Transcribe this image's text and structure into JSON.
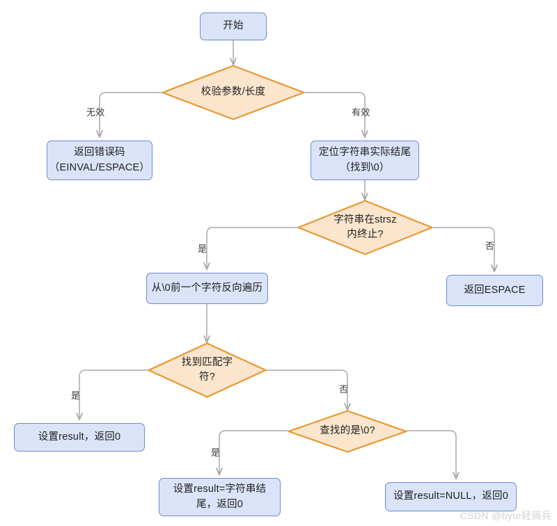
{
  "diagram": {
    "title_watermark": "CSDN @byte轻骑兵",
    "colors": {
      "process_fill": "#dbe3f8",
      "process_stroke": "#6d8ad6",
      "decision_fill": "#fbe5cd",
      "decision_stroke": "#e8982f",
      "edge_stroke": "#a9a9a9",
      "text": "#1f1f1f",
      "watermark": "#d2d2d2"
    },
    "nodes": [
      {
        "id": "start",
        "type": "process",
        "label": "开始"
      },
      {
        "id": "validate",
        "type": "decision",
        "label": "校验参数/长度"
      },
      {
        "id": "err_code",
        "type": "process",
        "label": "返回错误码\n（EINVAL/ESPACE）"
      },
      {
        "id": "locate_end",
        "type": "process",
        "label": "定位字符串实际结尾\n（找到\\0）"
      },
      {
        "id": "within_strsz",
        "type": "decision",
        "label": "字符串在strsz\n内终止?"
      },
      {
        "id": "reverse_scan",
        "type": "process",
        "label": "从\\0前一个字符反向遍历"
      },
      {
        "id": "ret_espace",
        "type": "process",
        "label": "返回ESPACE"
      },
      {
        "id": "found_match",
        "type": "decision",
        "label": "找到匹配字\n符?"
      },
      {
        "id": "set_result",
        "type": "process",
        "label": "设置result，返回0"
      },
      {
        "id": "is_nul",
        "type": "decision",
        "label": "查找的是\\0?"
      },
      {
        "id": "set_str_end",
        "type": "process",
        "label": "设置result=字符串结\n尾，返回0"
      },
      {
        "id": "set_null",
        "type": "process",
        "label": "设置result=NULL，返回0"
      }
    ],
    "edge_labels": [
      {
        "id": "invalid",
        "label": "无效"
      },
      {
        "id": "valid",
        "label": "有效"
      },
      {
        "id": "strsz_yes",
        "label": "是"
      },
      {
        "id": "strsz_no",
        "label": "否"
      },
      {
        "id": "match_yes",
        "label": "是"
      },
      {
        "id": "match_no",
        "label": "否"
      },
      {
        "id": "nul_yes",
        "label": "是"
      }
    ]
  }
}
